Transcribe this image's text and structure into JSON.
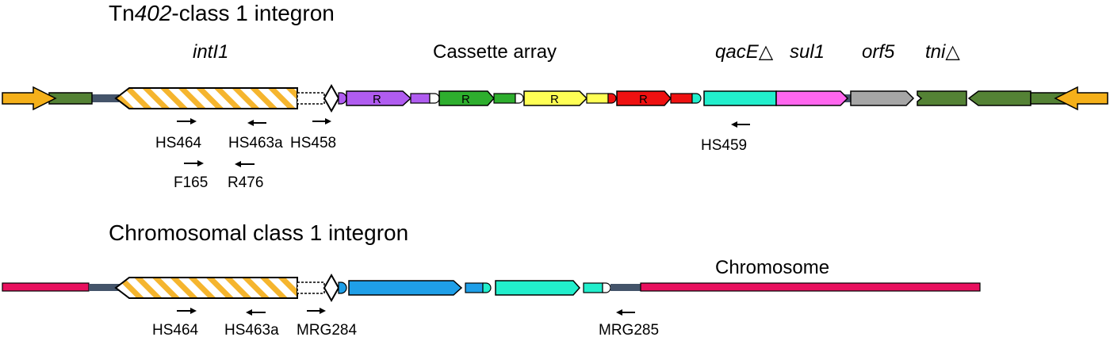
{
  "top": {
    "title_prefix": "Tn",
    "title_italic": "402",
    "title_suffix": "-class 1 integron",
    "gene_intI1": "intI1",
    "cassette_array": "Cassette array",
    "gene_qacE": "qacE△",
    "gene_sul1": "sul1",
    "gene_orf5": "orf5",
    "gene_tni": "tni△",
    "r_label": "R",
    "primers": [
      "HS464",
      "HS463a",
      "HS458",
      "HS459",
      "F165",
      "R476"
    ]
  },
  "bottom": {
    "title": "Chromosomal class 1 integron",
    "chromosome": "Chromosome",
    "primers": [
      "HS464",
      "HS463a",
      "MRG284",
      "MRG285"
    ]
  },
  "colors": {
    "backbone": "#44546a",
    "intI1_stripe": "#f5b52e",
    "ir": "#f5b01a",
    "dark_green": "#548235",
    "purple": "#b05cf0",
    "green": "#2eae2e",
    "yellow": "#ffff55",
    "red": "#ee1111",
    "teal": "#22eecc",
    "magenta": "#ff66ee",
    "gray": "#a6a6a6",
    "blue": "#1f9fe8",
    "pink": "#e8105e"
  }
}
